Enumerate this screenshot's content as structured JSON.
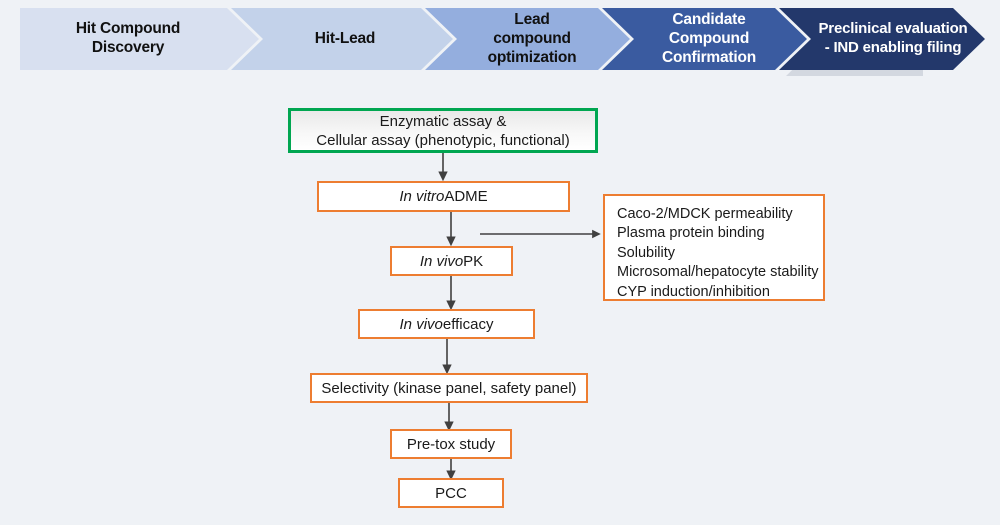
{
  "page": {
    "background_color": "#eff2f6",
    "title": "Drug discovery stage gate and preclinical assay cascade"
  },
  "stage_band": {
    "name": "drug-discovery-stage-chevrons",
    "stages": [
      {
        "id": "hit-compound-discovery",
        "lines": [
          "Hit Compound",
          "Discovery"
        ],
        "fill": "#d8e0f0",
        "text_color": "#111111",
        "text_style": "dark"
      },
      {
        "id": "hit-lead",
        "lines": [
          "Hit-Lead"
        ],
        "fill": "#c3d2ea",
        "text_color": "#111111",
        "text_style": "dark"
      },
      {
        "id": "lead-compound-optimization",
        "lines": [
          "Lead",
          "compound",
          "optimization"
        ],
        "fill": "#94aede",
        "text_color": "#111111",
        "text_style": "dark"
      },
      {
        "id": "candidate-compound-confirmation",
        "lines": [
          "Candidate",
          "Compound",
          "Confirmation"
        ],
        "fill": "#3a5ba0",
        "text_color": "#ffffff",
        "text_style": "light"
      },
      {
        "id": "preclinical-evaluation-ind",
        "lines": [
          "Preclinical evaluation",
          "- IND enabling filing"
        ],
        "fill": "#23386b",
        "text_color": "#ffffff",
        "text_style": "light"
      }
    ]
  },
  "flow": {
    "accent_orange": "#ED7D31",
    "accent_green": "#00A651",
    "arrow_color": "#404040",
    "nodes": [
      {
        "id": "enzymatic-cellular-assay",
        "lines": [
          "Enzymatic assay &",
          "Cellular assay (phenotypic, functional)"
        ],
        "border": "green"
      },
      {
        "id": "in-vitro-adme",
        "italic_prefix": "In vitro",
        "rest": " ADME",
        "border": "orange"
      },
      {
        "id": "in-vivo-pk",
        "italic_prefix": "In vivo",
        "rest": " PK",
        "border": "orange"
      },
      {
        "id": "in-vivo-efficacy",
        "italic_prefix": "In vivo",
        "rest": " efficacy",
        "border": "orange"
      },
      {
        "id": "selectivity",
        "plain": "Selectivity (kinase panel, safety panel)",
        "border": "orange"
      },
      {
        "id": "pre-tox-study",
        "plain": "Pre-tox study",
        "border": "orange"
      },
      {
        "id": "pcc",
        "plain": "PCC",
        "border": "orange"
      }
    ],
    "detail_box": {
      "id": "in-vitro-adme-assay-list",
      "items": [
        "Caco-2/MDCK permeability",
        "Plasma protein binding",
        "Solubility",
        "Microsomal/hepatocyte stability",
        "CYP induction/inhibition"
      ]
    }
  }
}
